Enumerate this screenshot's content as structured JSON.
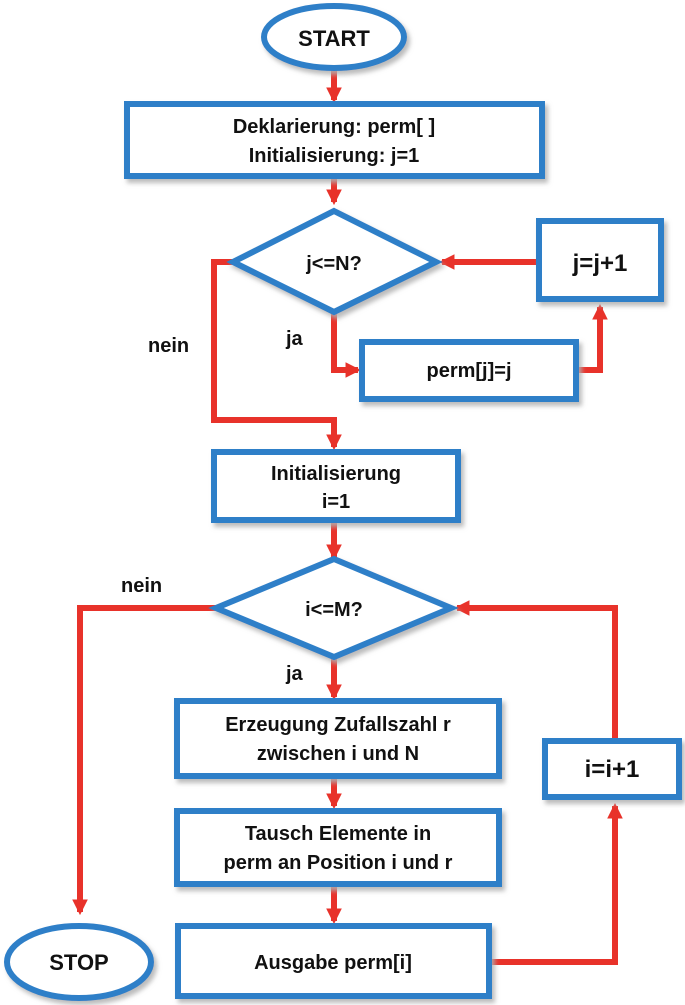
{
  "colors": {
    "node_border": "#2f7fc8",
    "node_shadow": "#b8b8b8",
    "arrow": "#e8322a",
    "text": "#111111"
  },
  "nodes": {
    "start": "START",
    "decl_line1": "Deklarierung: perm[ ]",
    "decl_line2": "Initialisierung: j=1",
    "cond_j": "j<=N?",
    "inc_j": "j=j+1",
    "assign_perm": "perm[j]=j",
    "init_i_line1": "Initialisierung",
    "init_i_line2": "i=1",
    "cond_i": "i<=M?",
    "rand_line1": "Erzeugung Zufallszahl r",
    "rand_line2": "zwischen i und N",
    "swap_line1": "Tausch Elemente in",
    "swap_line2": "perm an Position i und r",
    "inc_i": "i=i+1",
    "output": "Ausgabe perm[i]",
    "stop": "STOP"
  },
  "edge_labels": {
    "j_no": "nein",
    "j_yes": "ja",
    "i_no": "nein",
    "i_yes": "ja"
  }
}
